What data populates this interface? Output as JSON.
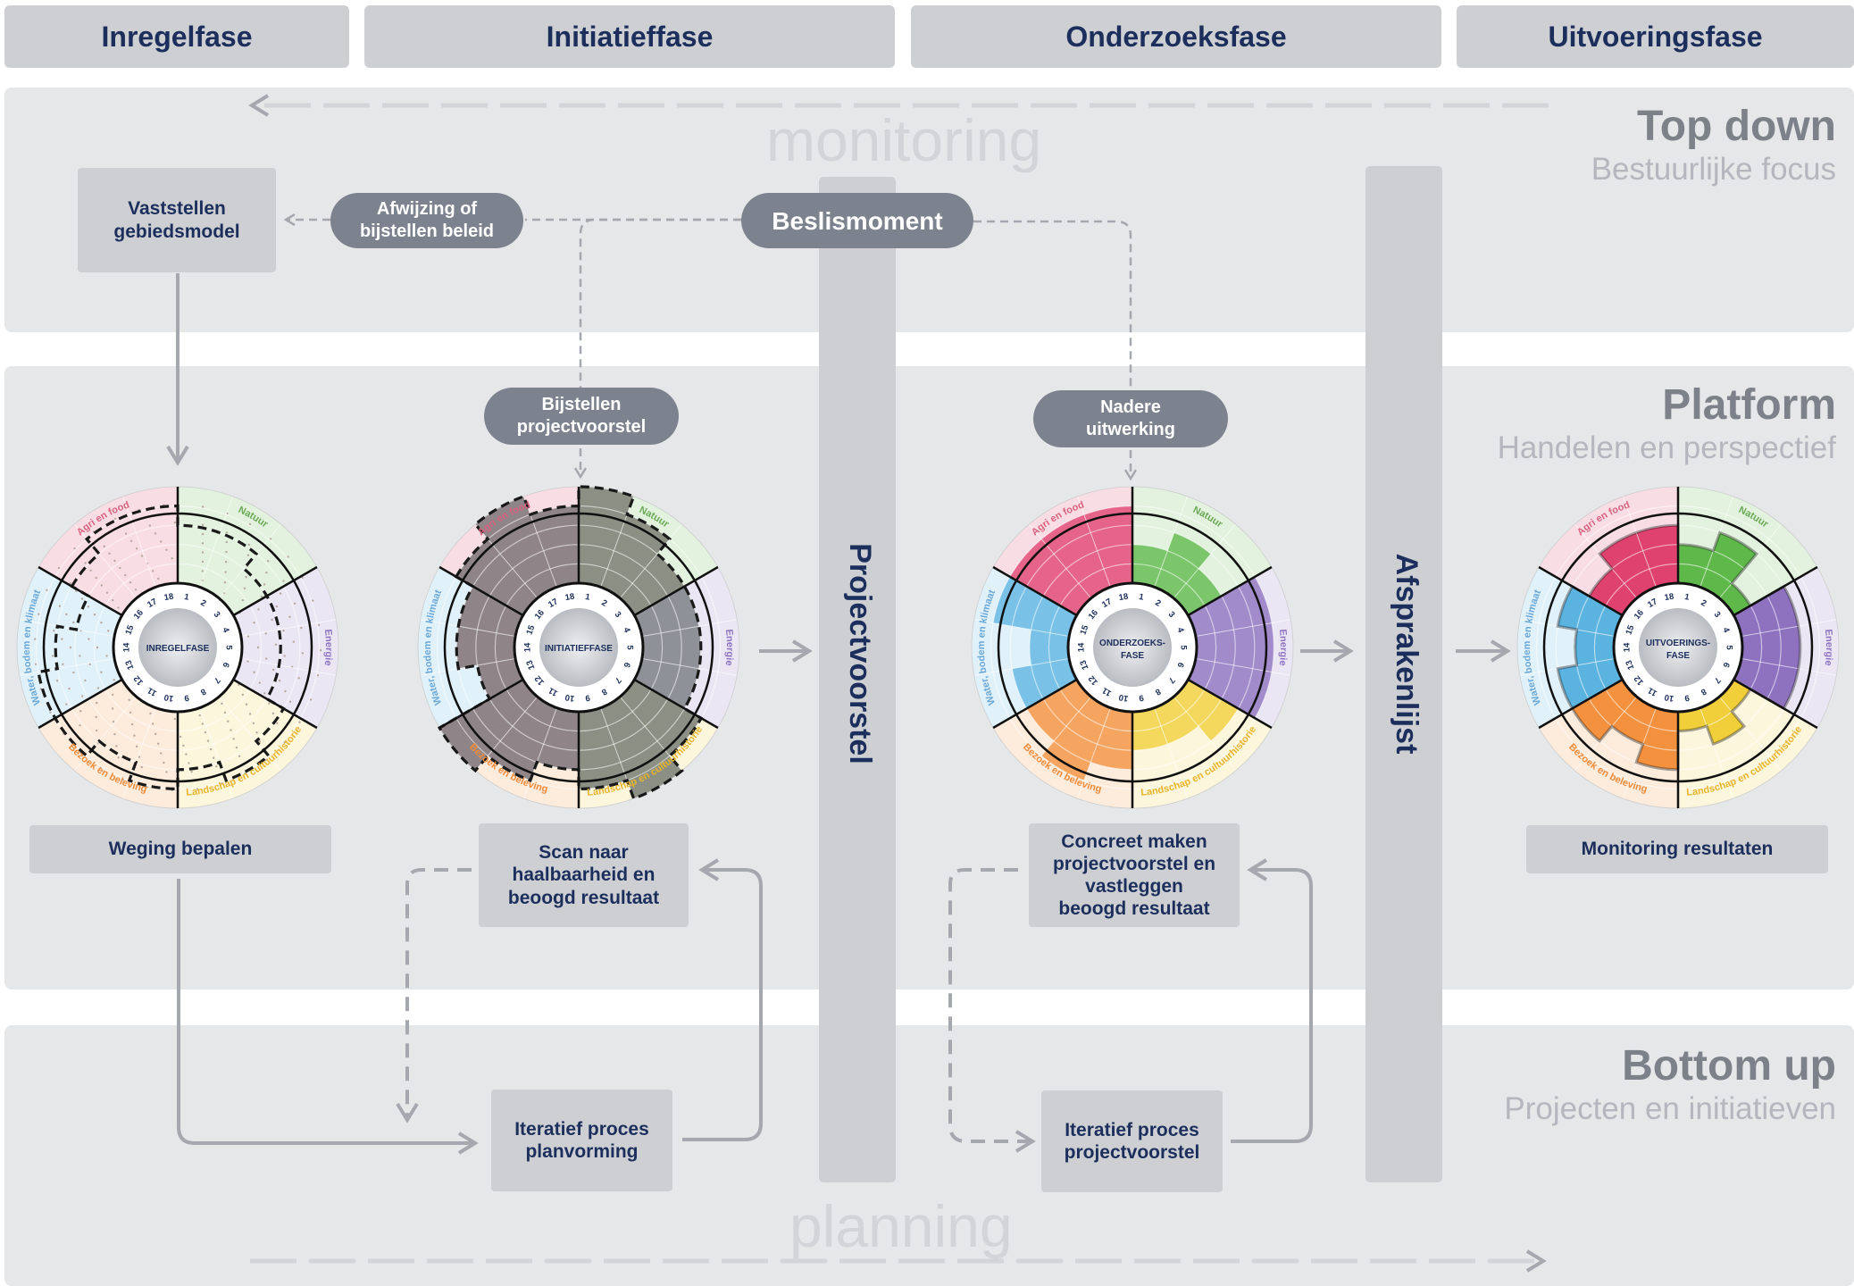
{
  "phases": [
    "Inregelfase",
    "Initiatieffase",
    "Onderzoeksfase",
    "Uitvoeringsfase"
  ],
  "bands": {
    "top": {
      "title": "Top down",
      "subtitle": "Bestuurlijke focus"
    },
    "platform": {
      "title": "Platform",
      "subtitle": "Handelen en perspectief"
    },
    "bottom": {
      "title": "Bottom up",
      "subtitle": "Projecten en initiatieven"
    }
  },
  "flow_labels": {
    "monitoring": "monitoring",
    "planning": "planning"
  },
  "nodes": {
    "vaststellen_gebiedsmodel": "Vaststellen gebiedsmodel",
    "afwijzing_beleid": "Afwijzing of bijstellen beleid",
    "beslismoment": "Beslismoment",
    "bijstellen_projectvoorstel": "Bijstellen projectvoorstel",
    "nadere_uitwerking": "Nadere uitwerking",
    "weging_bepalen": "Weging bepalen",
    "scan_haalbaarheid": "Scan naar haalbaarheid en beoogd resultaat",
    "concreet_maken": "Concreet maken projectvoorstel en vastleggen beoogd resultaat",
    "monitoring_resultaten": "Monitoring resultaten",
    "iteratief_planvorming": "Iteratief proces planvorming",
    "iteratief_projectvoorstel": "Iteratief proces projectvoorstel",
    "projectvoorstel": "Projectvoorstel",
    "afsprakenlijst": "Afsprakenlijst"
  },
  "wheel_sectors": [
    "Agri en food",
    "Natuur",
    "Energie",
    "Landschap en cultuurhistorie",
    "Bezoek en beleving",
    "Water, bodem en klimaat"
  ],
  "wheel_colors": {
    "agri": "#e0426f",
    "natuur": "#5eb84a",
    "energie": "#8e72c0",
    "landschap": "#f0cf3a",
    "bezoek": "#f4913e",
    "water": "#5bb3e0"
  },
  "wheels": [
    {
      "center_label": "INREGELFASE",
      "style": "dashed"
    },
    {
      "center_label": "INITIATIEFFASE",
      "style": "grey"
    },
    {
      "center_label": "ONDERZOEKS-FASE",
      "style": "color"
    },
    {
      "center_label": "UITVOERINGS-FASE",
      "style": "strong"
    }
  ],
  "wheel_numbers": [
    "1",
    "2",
    "3",
    "4",
    "5",
    "6",
    "7",
    "8",
    "9",
    "10",
    "11",
    "12",
    "13",
    "14",
    "15",
    "16",
    "17",
    "18"
  ]
}
